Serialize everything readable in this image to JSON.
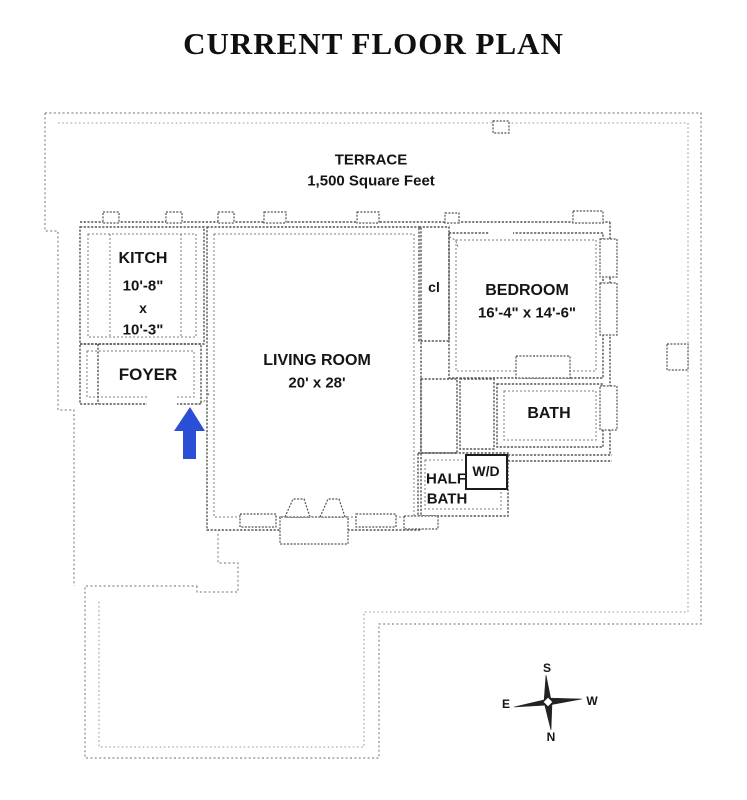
{
  "title": "CURRENT FLOOR PLAN",
  "terrace": {
    "name": "TERRACE",
    "area": "1,500 Square Feet"
  },
  "rooms": {
    "kitchen": {
      "name": "KITCH",
      "dim1": "10'-8\"",
      "sep": "x",
      "dim2": "10'-3\""
    },
    "foyer": {
      "name": "FOYER"
    },
    "living": {
      "name": "LIVING ROOM",
      "dims": "20' x 28'"
    },
    "closet": {
      "name": "cl"
    },
    "bedroom": {
      "name": "BEDROOM",
      "dims": "16'-4\" x 14'-6\""
    },
    "bath": {
      "name": "BATH"
    },
    "half_bath": {
      "line1": "HALF",
      "line2": "BATH"
    },
    "washer_dryer": {
      "name": "W/D"
    }
  },
  "compass": {
    "n": "N",
    "s": "S",
    "e": "E",
    "w": "W"
  },
  "colors": {
    "arrow": "#2a4fd6",
    "terrace_line": "#8a8a8a",
    "wall_line": "#545454",
    "text": "#151515"
  }
}
